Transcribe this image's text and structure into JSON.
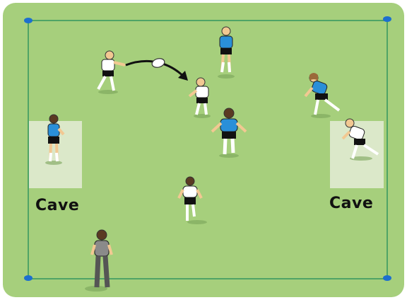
{
  "pitch": {
    "grass_color": "#a6cf7c",
    "line_color": "#4fa466",
    "cone_color": "#1d6fcf",
    "zone_color": "#e4ecd7"
  },
  "zones": [
    {
      "label": "Cave"
    },
    {
      "label": "Cave"
    }
  ],
  "teams": {
    "blue_shirt": "#2a8fd8",
    "white_shirt": "#ffffff",
    "shorts": "#111111",
    "coach_shirt": "#8a8a8a"
  },
  "players": [
    {
      "team": "blue",
      "role": "player"
    },
    {
      "team": "blue",
      "role": "player"
    },
    {
      "team": "blue",
      "role": "player"
    },
    {
      "team": "blue",
      "role": "player"
    },
    {
      "team": "white",
      "role": "player-with-ball"
    },
    {
      "team": "white",
      "role": "player"
    },
    {
      "team": "white",
      "role": "player"
    },
    {
      "team": "white",
      "role": "player"
    },
    {
      "team": "grey",
      "role": "coach"
    }
  ],
  "pass": {
    "from": "passer",
    "to": "receiver",
    "icon": "ball-icon"
  }
}
